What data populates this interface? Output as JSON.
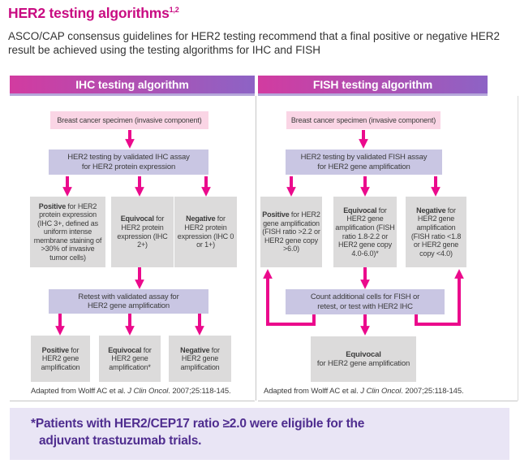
{
  "title": {
    "text": "HER2 testing algorithms",
    "refs": "1,2"
  },
  "intro": "ASCO/CAP consensus guidelines for HER2 testing recommend that a final positive or negative HER2 result be achieved using the testing algorithms for IHC and FISH",
  "ihc": {
    "header": "IHC testing algorithm",
    "specimen": "Breast cancer specimen (invasive component)",
    "assay_line1": "HER2 testing by validated IHC assay",
    "assay_line2": "for HER2 protein expression",
    "results": [
      {
        "lead": "Positive",
        "rest": " for HER2 protein expression (IHC 3+, defined as uniform intense membrane staining of >30% of invasive tumor cells)"
      },
      {
        "lead": "Equivocal",
        "rest": " for HER2 protein expression (IHC 2+)"
      },
      {
        "lead": "Negative",
        "rest": " for HER2 protein expression (IHC 0 or 1+)"
      }
    ],
    "retest_line1": "Retest with validated assay for",
    "retest_line2": "HER2 gene amplification",
    "final": [
      {
        "lead": "Positive",
        "rest": " for HER2 gene amplification"
      },
      {
        "lead": "Equivocal",
        "rest": " for HER2 gene amplification*"
      },
      {
        "lead": "Negative",
        "rest": " for HER2 gene amplification"
      }
    ],
    "citation": {
      "prefix": "Adapted from Wolff AC et al. ",
      "journal": "J Clin Oncol",
      "suffix": ". 2007;25:118-145."
    }
  },
  "fish": {
    "header": "FISH testing algorithm",
    "specimen": "Breast cancer specimen (invasive component)",
    "assay_line1": "HER2 testing by validated FISH assay",
    "assay_line2": "for HER2 gene amplification",
    "results": [
      {
        "lead": "Positive",
        "rest": " for HER2 gene amplification (FISH ratio >2.2 or HER2 gene copy >6.0)"
      },
      {
        "lead": "Equivocal",
        "rest": " for HER2 gene amplification (FISH ratio 1.8-2.2 or HER2 gene copy 4.0-6.0)*"
      },
      {
        "lead": "Negative",
        "rest": " for HER2 gene amplification (FISH ratio <1.8 or HER2 gene copy <4.0)"
      }
    ],
    "count_line1": "Count additional cells for FISH or",
    "count_line2": "retest, or test with HER2 IHC",
    "final": {
      "lead": "Equivocal",
      "rest": " for HER2 gene amplification"
    },
    "citation": {
      "prefix": "Adapted from Wolff AC et al. ",
      "journal": "J Clin Oncol",
      "suffix": ". 2007;25:118-145."
    }
  },
  "footnote": {
    "line1": "*Patients with HER2/CEP17 ratio ≥2.0 were eligible for the",
    "line2": "adjuvant trastuzumab trials."
  },
  "colors": {
    "accent_magenta": "#eb0a8c",
    "title_magenta": "#c90c82",
    "header_gradient_start": "#d23ba0",
    "header_gradient_end": "#8d63c5",
    "header_border_lavender": "#b5a7da",
    "box_pink": "#fad5e5",
    "box_lavender": "#c9c6e3",
    "box_gray": "#dcdbdb",
    "footnote_bg": "#e9e5f5",
    "footnote_text": "#4f2d8f"
  }
}
